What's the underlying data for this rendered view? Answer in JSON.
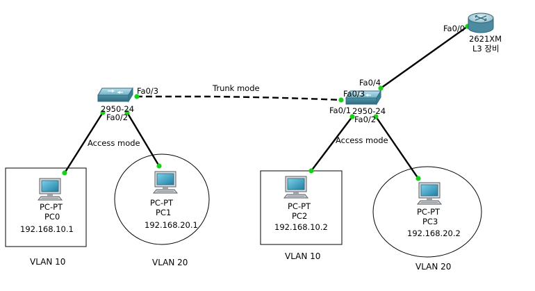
{
  "devices": {
    "router": {
      "model": "2621XM",
      "sub": "L3 장비",
      "port": "Fa0/0"
    },
    "switch1": {
      "model": "2950-24",
      "port_up": "Fa0/3",
      "port_down": "Fa0/2"
    },
    "switch2": {
      "model": "2950-24",
      "port_up": "Fa0/4",
      "port_left": "Fa0/3",
      "port_down_l": "Fa0/1",
      "port_down_r": "Fa0/2"
    },
    "pcs": [
      {
        "type": "PC-PT",
        "name": "PC0",
        "ip": "192.168.10.1"
      },
      {
        "type": "PC-PT",
        "name": "PC1",
        "ip": "192.168.20.1"
      },
      {
        "type": "PC-PT",
        "name": "PC2",
        "ip": "192.168.10.2"
      },
      {
        "type": "PC-PT",
        "name": "PC3",
        "ip": "192.168.20.2"
      }
    ]
  },
  "links": {
    "trunk": "Trunk mode",
    "access_left": "Access mode",
    "access_right": "Access mode"
  },
  "vlans": [
    "VLAN 10",
    "VLAN 20",
    "VLAN 10",
    "VLAN 20"
  ],
  "colors": {
    "link_dot": "#16d116",
    "switch": "#5ea3b8",
    "pc_screen": "#3aa6c8"
  }
}
